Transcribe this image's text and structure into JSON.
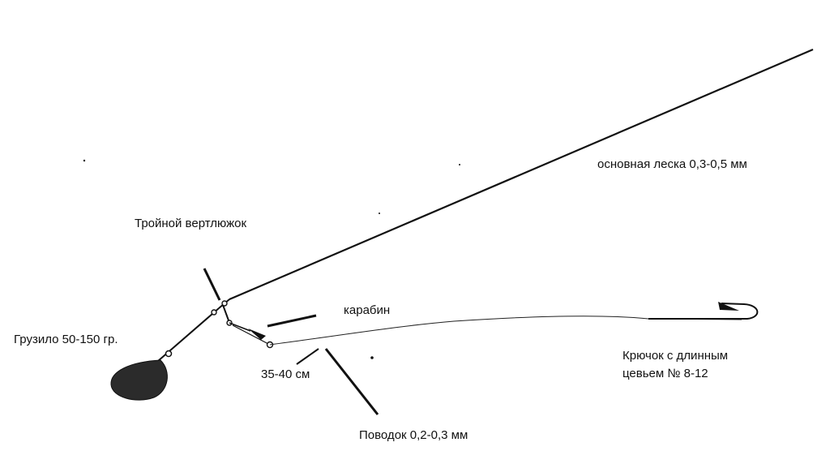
{
  "labels": {
    "main_line": "основная леска 0,3-0,5 мм",
    "triple_swivel": "Тройной вертлюжок",
    "carabiner": "карабин",
    "sinker": "Грузило 50-150 гр.",
    "leader_length": "35-40 см",
    "hook_line1": "Крючок с длинным",
    "hook_line2": "цевьем № 8-12",
    "leader": "Поводок 0,2-0,3 мм"
  },
  "colors": {
    "line": "#111111",
    "sinker": "#2b2b2b",
    "background": "#ffffff"
  }
}
